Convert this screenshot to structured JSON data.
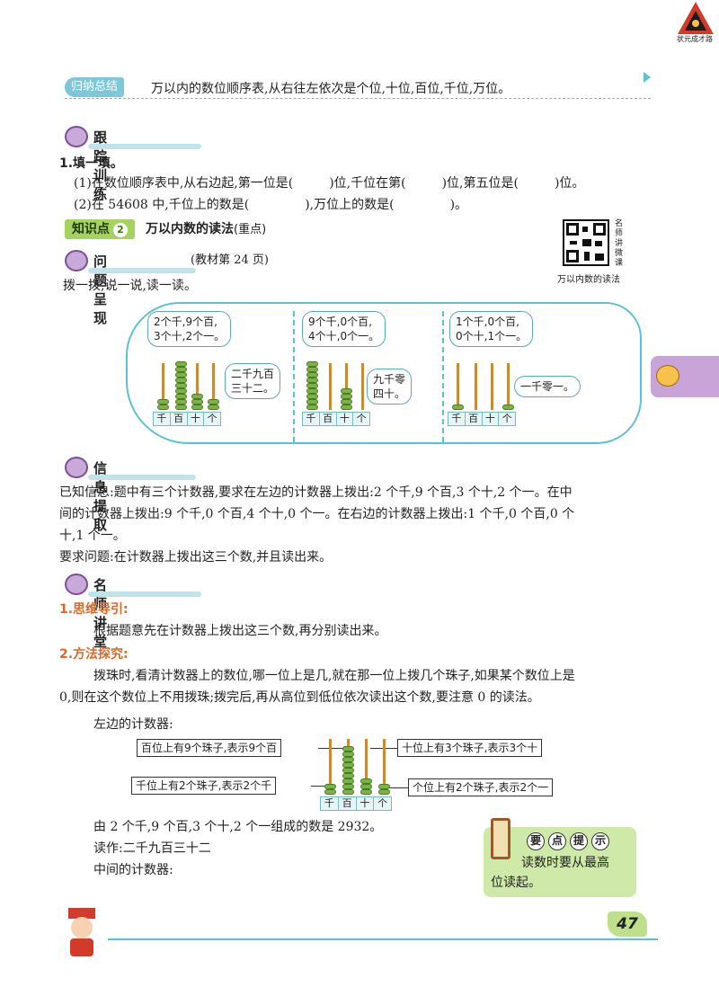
{
  "publisher_logo": {
    "text": "状元成才路"
  },
  "summary": {
    "badge": "归纳总结",
    "text": "万以内的数位顺序表,从右往左依次是个位,十位,百位,千位,万位。"
  },
  "tracking": {
    "heading": "跟踪训练",
    "q_title": "1.填一填。",
    "q1_a": "(1)在数位顺序表中,从右边起,第一位是(",
    "q1_b": ")位,千位在第(",
    "q1_c": ")位,第五位是(",
    "q1_d": ")位。",
    "q2_a": "(2)在 54608 中,千位上的数是(",
    "q2_b": "),万位上的数是(",
    "q2_c": ")。"
  },
  "knowledge": {
    "badge": "知识点",
    "num": "2",
    "title": "万以内数的读法",
    "note": "(重点)"
  },
  "qr": {
    "side_text": "名师讲微课",
    "caption": "万以内数的读法"
  },
  "problem": {
    "heading": "问题呈现",
    "ref": "(教材第 24 页)",
    "instruction": "拨一拨,说一说,读一读。"
  },
  "abaci": [
    {
      "bubble_l1": "2个千,9个百,",
      "bubble_l2": "3个十,2个一。",
      "read_l1": "二千九百",
      "read_l2": "三十二。"
    },
    {
      "bubble_l1": "9个千,0个百,",
      "bubble_l2": "4个十,0个一。",
      "read_l1": "九千零",
      "read_l2": "四十。"
    },
    {
      "bubble_l1": "1个千,0个百,",
      "bubble_l2": "0个十,1个一。",
      "read_l1": "一千零一。",
      "read_l2": ""
    }
  ],
  "place_labels": [
    "千",
    "百",
    "十",
    "个"
  ],
  "info": {
    "heading": "信息提取",
    "p1": "已知信息:题中有三个计数器,要求在左边的计数器上拨出:2 个千,9 个百,3 个十,2 个一。在中",
    "p2": "间的计数器上拨出:9 个千,0 个百,4 个十,0 个一。在右边的计数器上拨出:1 个千,0 个百,0 个",
    "p3": "十,1 个一。",
    "p4": "要求问题:在计数器上拨出这三个数,并且读出来。"
  },
  "teacher": {
    "heading": "名师讲堂",
    "s1_title": "1.思维导引:",
    "s1_text": "根据题意先在计数器上拨出这三个数,再分别读出来。",
    "s2_title": "2.方法探究:",
    "s2_l1": "拨珠时,看清计数器上的数位,哪一位上是几,就在那一位上拨几个珠子,如果某个数位上是",
    "s2_l2": "0,则在这个数位上不用拨珠;拨完后,再从高位到低位依次读出这个数,要注意 0 的读法。",
    "left_counter": "左边的计数器:",
    "label_hundreds": "百位上有9个珠子,表示9个百",
    "label_thousands": "千位上有2个珠子,表示2个千",
    "label_tens": "十位上有3个珠子,表示3个十",
    "label_ones": "个位上有2个珠子,表示2个一",
    "composed": "由 2 个千,9 个百,3 个十,2 个一组成的数是 2932。",
    "read_as": "读作:二千九百三十二",
    "middle_counter": "中间的计数器:"
  },
  "tip": {
    "chars": [
      "要",
      "点",
      "提",
      "示"
    ],
    "l1": "读数时要从最高",
    "l2": "位读起。"
  },
  "page_number": "47",
  "colors": {
    "accent": "#5cc2d0",
    "green": "#a6d25f",
    "orange": "#d8692a",
    "bead": "#7db24a"
  }
}
